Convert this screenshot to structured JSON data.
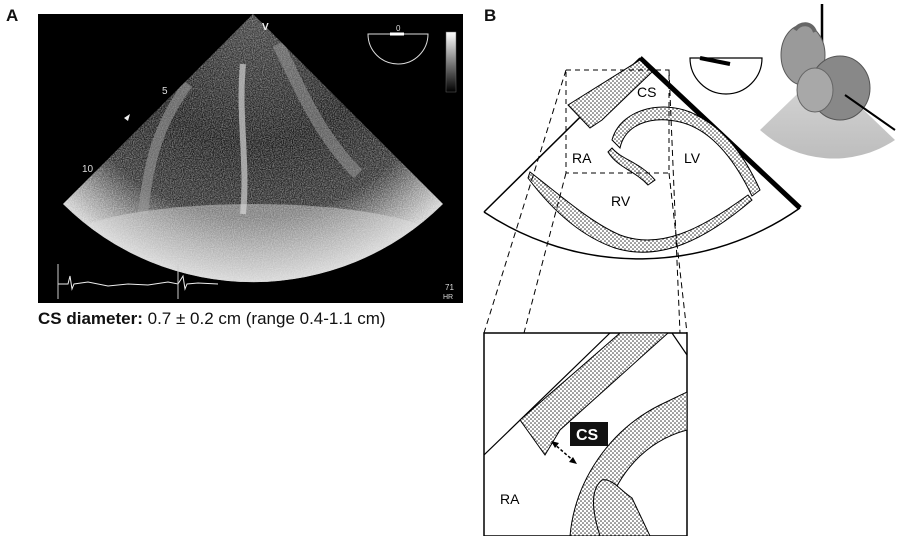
{
  "panel_a": {
    "letter": "A",
    "marker_v": "V",
    "angle": "0",
    "depth_5": "5",
    "depth_10": "10",
    "heart_rate": "71",
    "hr_unit": "HR"
  },
  "panel_b": {
    "letter": "B",
    "labels": {
      "cs": "CS",
      "ra": "RA",
      "lv": "LV",
      "rv": "RV",
      "zoom_cs": "CS",
      "zoom_ra": "RA"
    }
  },
  "caption": {
    "bold": "CS diameter:",
    "value": "0.7 ± 0.2 cm (range 0.4-1.1 cm)"
  }
}
